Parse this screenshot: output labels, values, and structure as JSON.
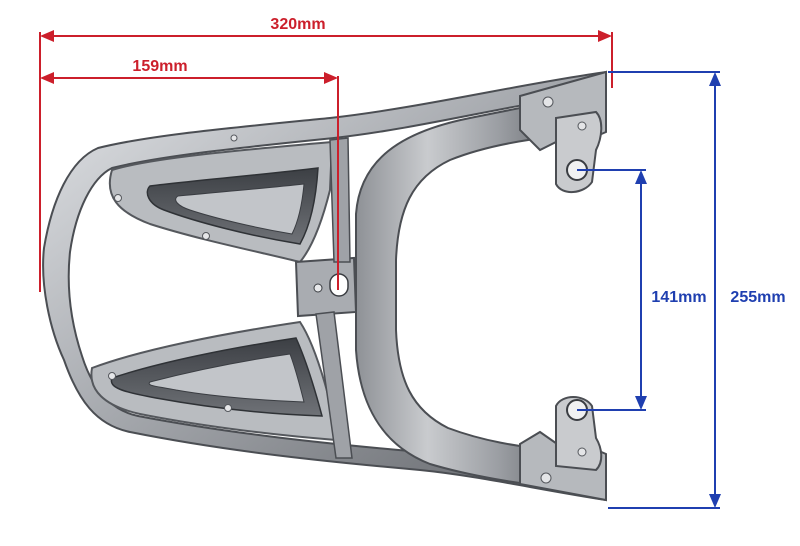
{
  "diagram": {
    "colors": {
      "horizontal_dims": "#cc1f2b",
      "vertical_dims": "#1f3fb0",
      "metal_light": "#d7d9dc",
      "metal_mid": "#a3a6ab",
      "metal_dark": "#55585d",
      "background": "#ffffff"
    },
    "dimensions": {
      "overall_width": "320mm",
      "center_width": "159mm",
      "mount_spacing": "141mm",
      "overall_height": "255mm"
    }
  }
}
